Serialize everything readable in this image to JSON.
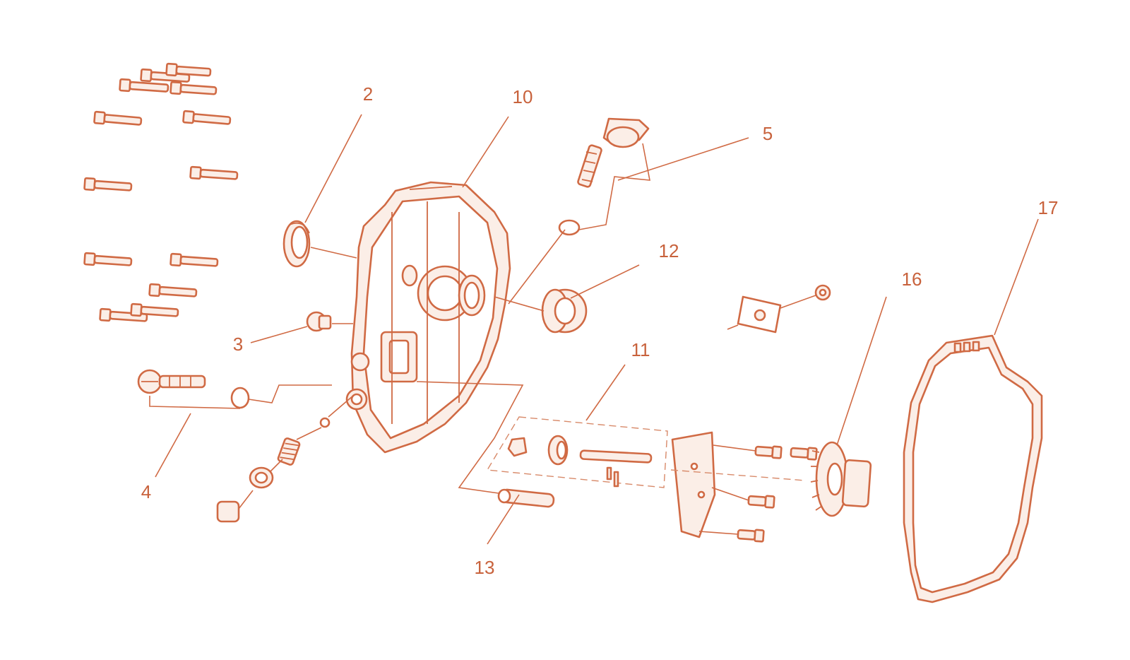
{
  "colors": {
    "line": "#d06a44",
    "text": "#c8623c",
    "background": "#ffffff"
  },
  "callouts": [
    {
      "id": "2",
      "text": "2"
    },
    {
      "id": "3",
      "text": "3"
    },
    {
      "id": "4",
      "text": "4"
    },
    {
      "id": "5",
      "text": "5"
    },
    {
      "id": "10",
      "text": "10"
    },
    {
      "id": "11",
      "text": "11"
    },
    {
      "id": "12",
      "text": "12"
    },
    {
      "id": "13",
      "text": "13"
    },
    {
      "id": "16",
      "text": "16"
    },
    {
      "id": "17",
      "text": "17"
    }
  ]
}
